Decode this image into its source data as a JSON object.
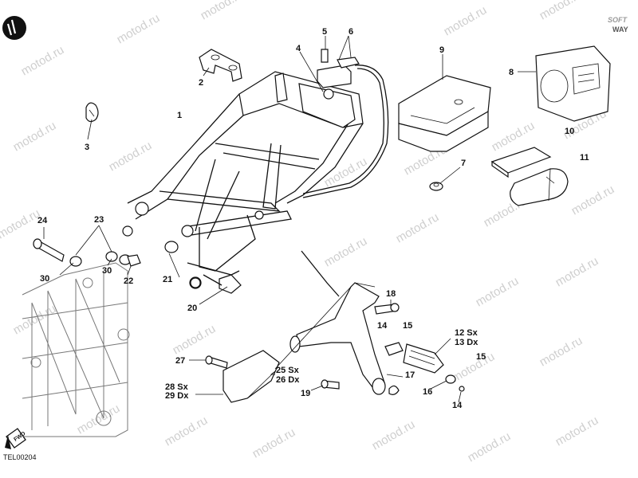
{
  "brand": {
    "logo_text_top": "SOFT",
    "logo_text_bottom": "WAY"
  },
  "watermark_text": "motod.ru",
  "diagram_code": "TEL00204",
  "fwd_label": "FWD",
  "callouts": {
    "c1": "1",
    "c2": "2",
    "c3": "3",
    "c4": "4",
    "c5": "5",
    "c6": "6",
    "c7": "7",
    "c8": "8",
    "c9": "9",
    "c10": "10",
    "c11": "11",
    "c12": "12 Sx",
    "c13": "13 Dx",
    "c14a": "14",
    "c14b": "14",
    "c15a": "15",
    "c15b": "15",
    "c16": "16",
    "c17": "17",
    "c18": "18",
    "c19": "19",
    "c20": "20",
    "c21": "21",
    "c22": "22",
    "c23": "23",
    "c24": "24",
    "c25": "25 Sx",
    "c26": "26 Dx",
    "c27": "27",
    "c28": "28 Sx",
    "c29": "29 Dx",
    "c30a": "30",
    "c30b": "30"
  }
}
